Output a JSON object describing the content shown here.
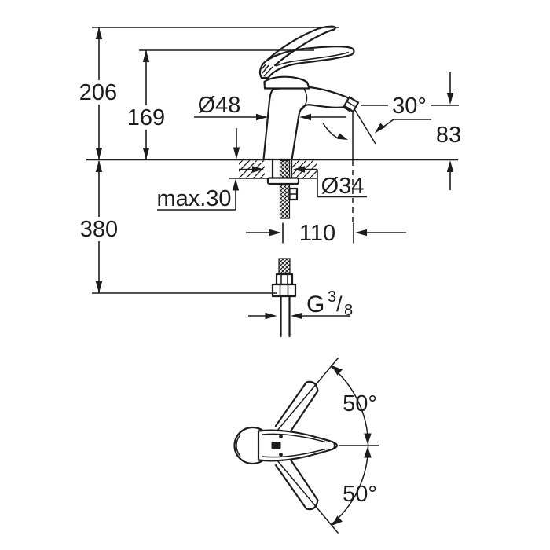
{
  "drawing": {
    "type": "technical-dimension-drawing",
    "subject": "single-lever basin mixer faucet, side elevation with mounting section and top view of handle swing",
    "side_view": {
      "labels": {
        "total_height": "206",
        "lever_height": "169",
        "depth_below": "380",
        "body_diameter": "Ø48",
        "max_thickness": "max.30",
        "hole_diameter": "Ø34",
        "reach": "110",
        "spout_angle": "30°",
        "spout_height": "83",
        "thread_g": "G",
        "thread_numerator": "3",
        "thread_slash": "/",
        "thread_denominator": "8"
      }
    },
    "top_view": {
      "labels": {
        "swing_upper": "50°",
        "swing_lower": "50°"
      }
    },
    "colors": {
      "ink": "#1c1c1c",
      "background": "#ffffff"
    }
  }
}
